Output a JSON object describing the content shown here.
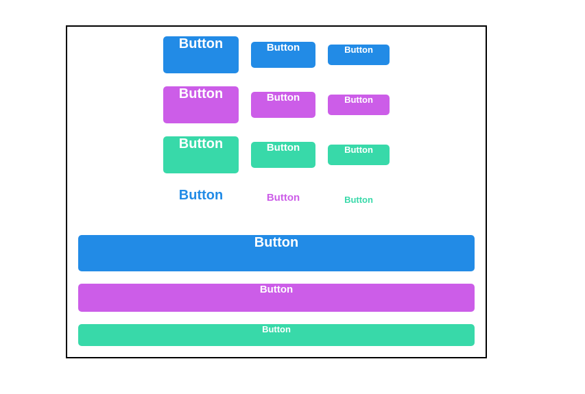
{
  "window": {
    "background": "#ffffff"
  },
  "colors": {
    "blue": "#228be6",
    "violet": "#cc5de8",
    "teal": "#38d9a9",
    "button_text": "#ffffff",
    "outline_background": "#ffffff",
    "frame_border": "#000000"
  },
  "button_grid": {
    "rows": [
      {
        "variant": "filled",
        "color_name": "blue",
        "buttons": [
          {
            "label": "Button",
            "size": "large"
          },
          {
            "label": "Button",
            "size": "medium"
          },
          {
            "label": "Button",
            "size": "small"
          }
        ]
      },
      {
        "variant": "filled",
        "color_name": "violet",
        "buttons": [
          {
            "label": "Button",
            "size": "large"
          },
          {
            "label": "Button",
            "size": "medium"
          },
          {
            "label": "Button",
            "size": "small"
          }
        ]
      },
      {
        "variant": "filled",
        "color_name": "teal",
        "buttons": [
          {
            "label": "Button",
            "size": "large"
          },
          {
            "label": "Button",
            "size": "medium"
          },
          {
            "label": "Button",
            "size": "small"
          }
        ]
      },
      {
        "variant": "outline",
        "buttons": [
          {
            "label": "Button",
            "size": "large",
            "color_name": "blue"
          },
          {
            "label": "Button",
            "size": "medium",
            "color_name": "violet"
          },
          {
            "label": "Button",
            "size": "small",
            "color_name": "teal"
          }
        ]
      }
    ]
  },
  "full_width_buttons": [
    {
      "label": "Button",
      "size": "large",
      "color_name": "blue"
    },
    {
      "label": "Button",
      "size": "medium",
      "color_name": "violet"
    },
    {
      "label": "Button",
      "size": "small",
      "color_name": "teal"
    }
  ]
}
